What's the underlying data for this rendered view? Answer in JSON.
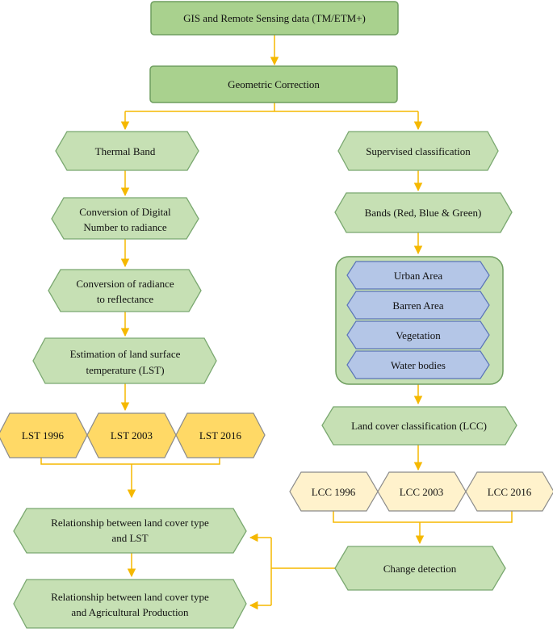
{
  "colors": {
    "green_fill": "#c6e0b4",
    "green_stroke": "#7aa870",
    "header_fill": "#a9d18e",
    "blue_fill": "#b4c6e7",
    "blue_stroke": "#5a74b8",
    "orange_fill": "#ffd966",
    "cream_fill": "#fff2cc",
    "connector": "#f5b800"
  },
  "nodes": {
    "gis_data": "GIS and Remote Sensing data (TM/ETM+)",
    "geometric_correction": "Geometric Correction",
    "thermal_band": "Thermal Band",
    "dn_to_radiance": [
      "Conversion of Digital",
      "Number to radiance"
    ],
    "radiance_to_reflectance": [
      "Conversion of radiance",
      "to reflectance"
    ],
    "lst_estimation": [
      "Estimation of land surface",
      "temperature (LST)"
    ],
    "lst_1996": "LST 1996",
    "lst_2003": "LST 2003",
    "lst_2016": "LST 2016",
    "rel_lst": [
      "Relationship between land cover type",
      "and LST"
    ],
    "rel_agri": [
      "Relationship between land cover type",
      "and Agricultural Production"
    ],
    "supervised": "Supervised classification",
    "bands": "Bands (Red, Blue & Green)",
    "urban": "Urban Area",
    "barren": "Barren Area",
    "vegetation": "Vegetation",
    "water": "Water bodies",
    "lcc": "Land cover classification (LCC)",
    "lcc_1996": "LCC 1996",
    "lcc_2003": "LCC 2003",
    "lcc_2016": "LCC 2016",
    "change_detection": "Change detection"
  }
}
